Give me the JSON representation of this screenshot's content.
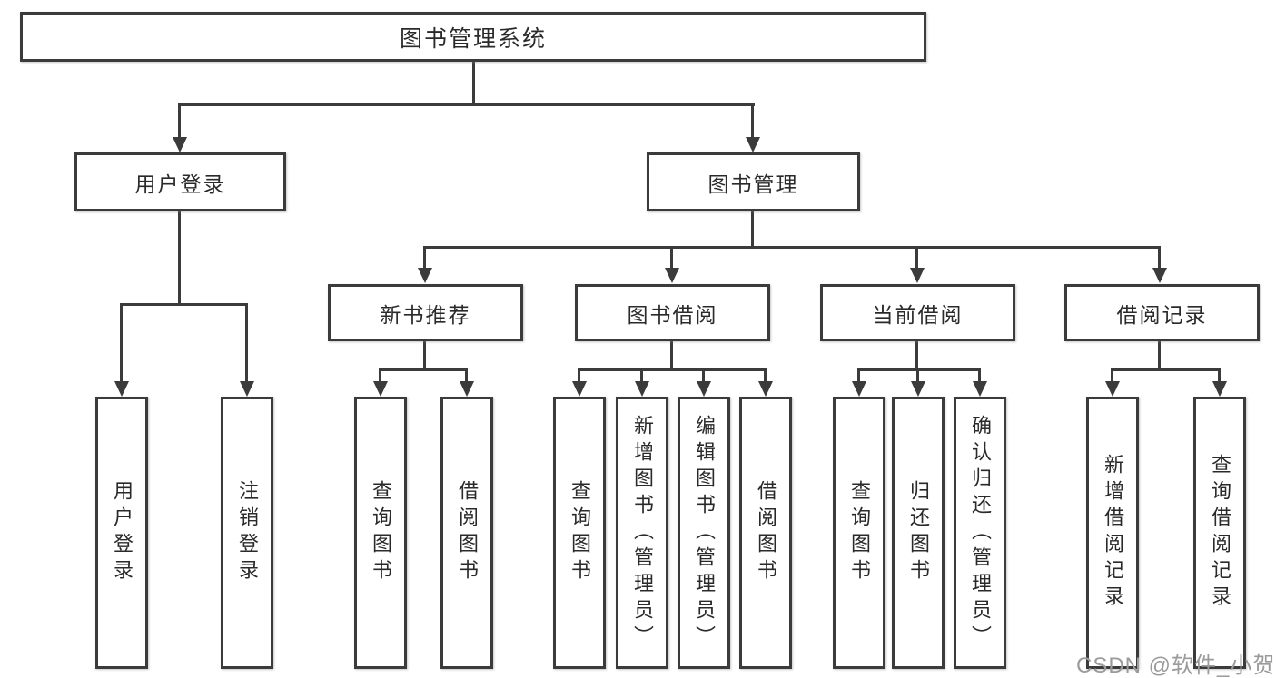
{
  "tree": {
    "label": "图书管理系统",
    "children": [
      {
        "label": "用户登录",
        "children": [
          {
            "label": "用户登录"
          },
          {
            "label": "注销登录"
          }
        ]
      },
      {
        "label": "图书管理",
        "children": [
          {
            "label": "新书推荐",
            "children": [
              {
                "label": "查询图书"
              },
              {
                "label": "借阅图书"
              }
            ]
          },
          {
            "label": "图书借阅",
            "children": [
              {
                "label": "查询图书"
              },
              {
                "label": "新增图书（管理员）"
              },
              {
                "label": "编辑图书（管理员）"
              },
              {
                "label": "借阅图书"
              }
            ]
          },
          {
            "label": "当前借阅",
            "children": [
              {
                "label": "查询图书"
              },
              {
                "label": "归还图书"
              },
              {
                "label": "确认归还（管理员）"
              }
            ]
          },
          {
            "label": "借阅记录",
            "children": [
              {
                "label": "新增借阅记录"
              },
              {
                "label": "查询借阅记录"
              }
            ]
          }
        ]
      }
    ]
  },
  "watermark": {
    "text": "CSDN @软件_小贺同学"
  },
  "colors": {
    "line": "#3b3b3b",
    "box_border": "#3b3b3b",
    "text": "#2a2a2a",
    "watermark": "#9b9b9b",
    "background": "#ffffff"
  }
}
